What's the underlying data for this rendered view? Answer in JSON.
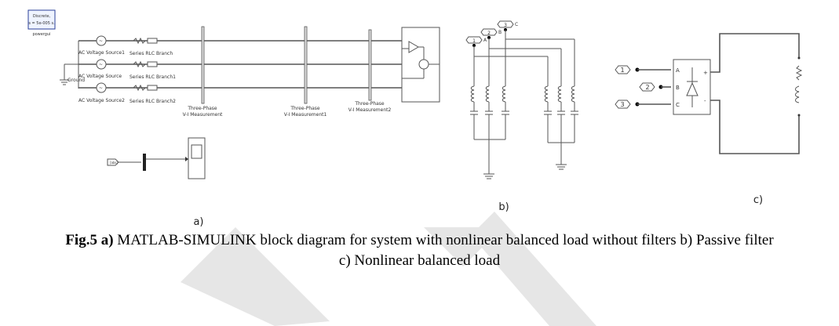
{
  "figure": {
    "panel_a": {
      "powergui": {
        "line1": "Discrete,",
        "line2": "s = 5e-005 s.",
        "label": "powergui"
      },
      "sources": [
        {
          "label": "AC Voltage Source1",
          "branch": "Series RLC Branch"
        },
        {
          "label": "AC Voltage Source",
          "branch": "Series RLC Branch1"
        },
        {
          "label": "AC Voltage Source2",
          "branch": "Series RLC Branch2"
        }
      ],
      "ground_label": "Ground",
      "measurements": [
        {
          "line1": "Three-Phase",
          "line2": "V-I Measurement"
        },
        {
          "line1": "Three-Phase",
          "line2": "V-I Measurement1"
        },
        {
          "line1": "Three-Phase",
          "line2": "V-I Measurement2"
        }
      ],
      "goto_tag": "[abc]",
      "subfig_label": "a)"
    },
    "panel_b": {
      "ports": [
        {
          "num": "1",
          "phase": "A"
        },
        {
          "num": "2",
          "phase": "B"
        },
        {
          "num": "3",
          "phase": "C"
        }
      ],
      "subfig_label": "b)"
    },
    "panel_c": {
      "ports": [
        "1",
        "2",
        "3"
      ],
      "bridge_inputs": [
        "A",
        "B",
        "C"
      ],
      "bridge_outputs": [
        "+",
        "-"
      ],
      "subfig_label": "c)"
    }
  },
  "caption": {
    "fig_id": "Fig.5 a)",
    "line1_rest": " MATLAB-SIMULINK block diagram for system with nonlinear balanced load  without filters b) Passive filter",
    "line2": "c) Nonlinear balanced load"
  }
}
